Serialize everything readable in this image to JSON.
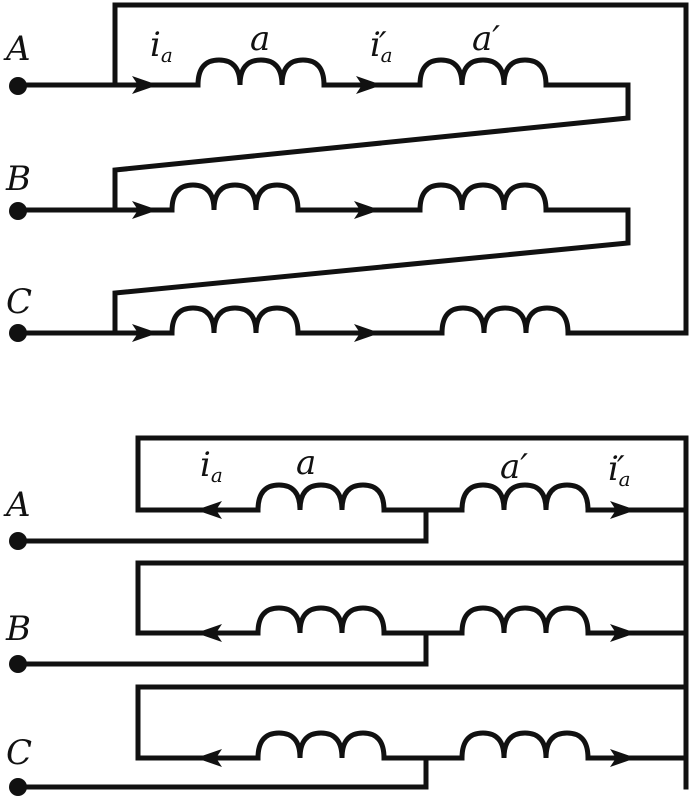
{
  "colors": {
    "ink": "#111111",
    "background": "#ffffff"
  },
  "top": {
    "terminals": {
      "a": "A",
      "b": "B",
      "c": "C"
    },
    "current_in": {
      "main": "i",
      "sub": "a"
    },
    "coil1": "a",
    "current_mid": {
      "main": "i",
      "prime": "′",
      "sub": "a"
    },
    "coil2": "a′"
  },
  "bottom": {
    "terminals": {
      "a": "A",
      "b": "B",
      "c": "C"
    },
    "current_left": {
      "main": "i",
      "sub": "a"
    },
    "coil1": "a",
    "coil2": "a′",
    "current_right": {
      "main": "i",
      "prime": "′",
      "sub": "a"
    }
  }
}
